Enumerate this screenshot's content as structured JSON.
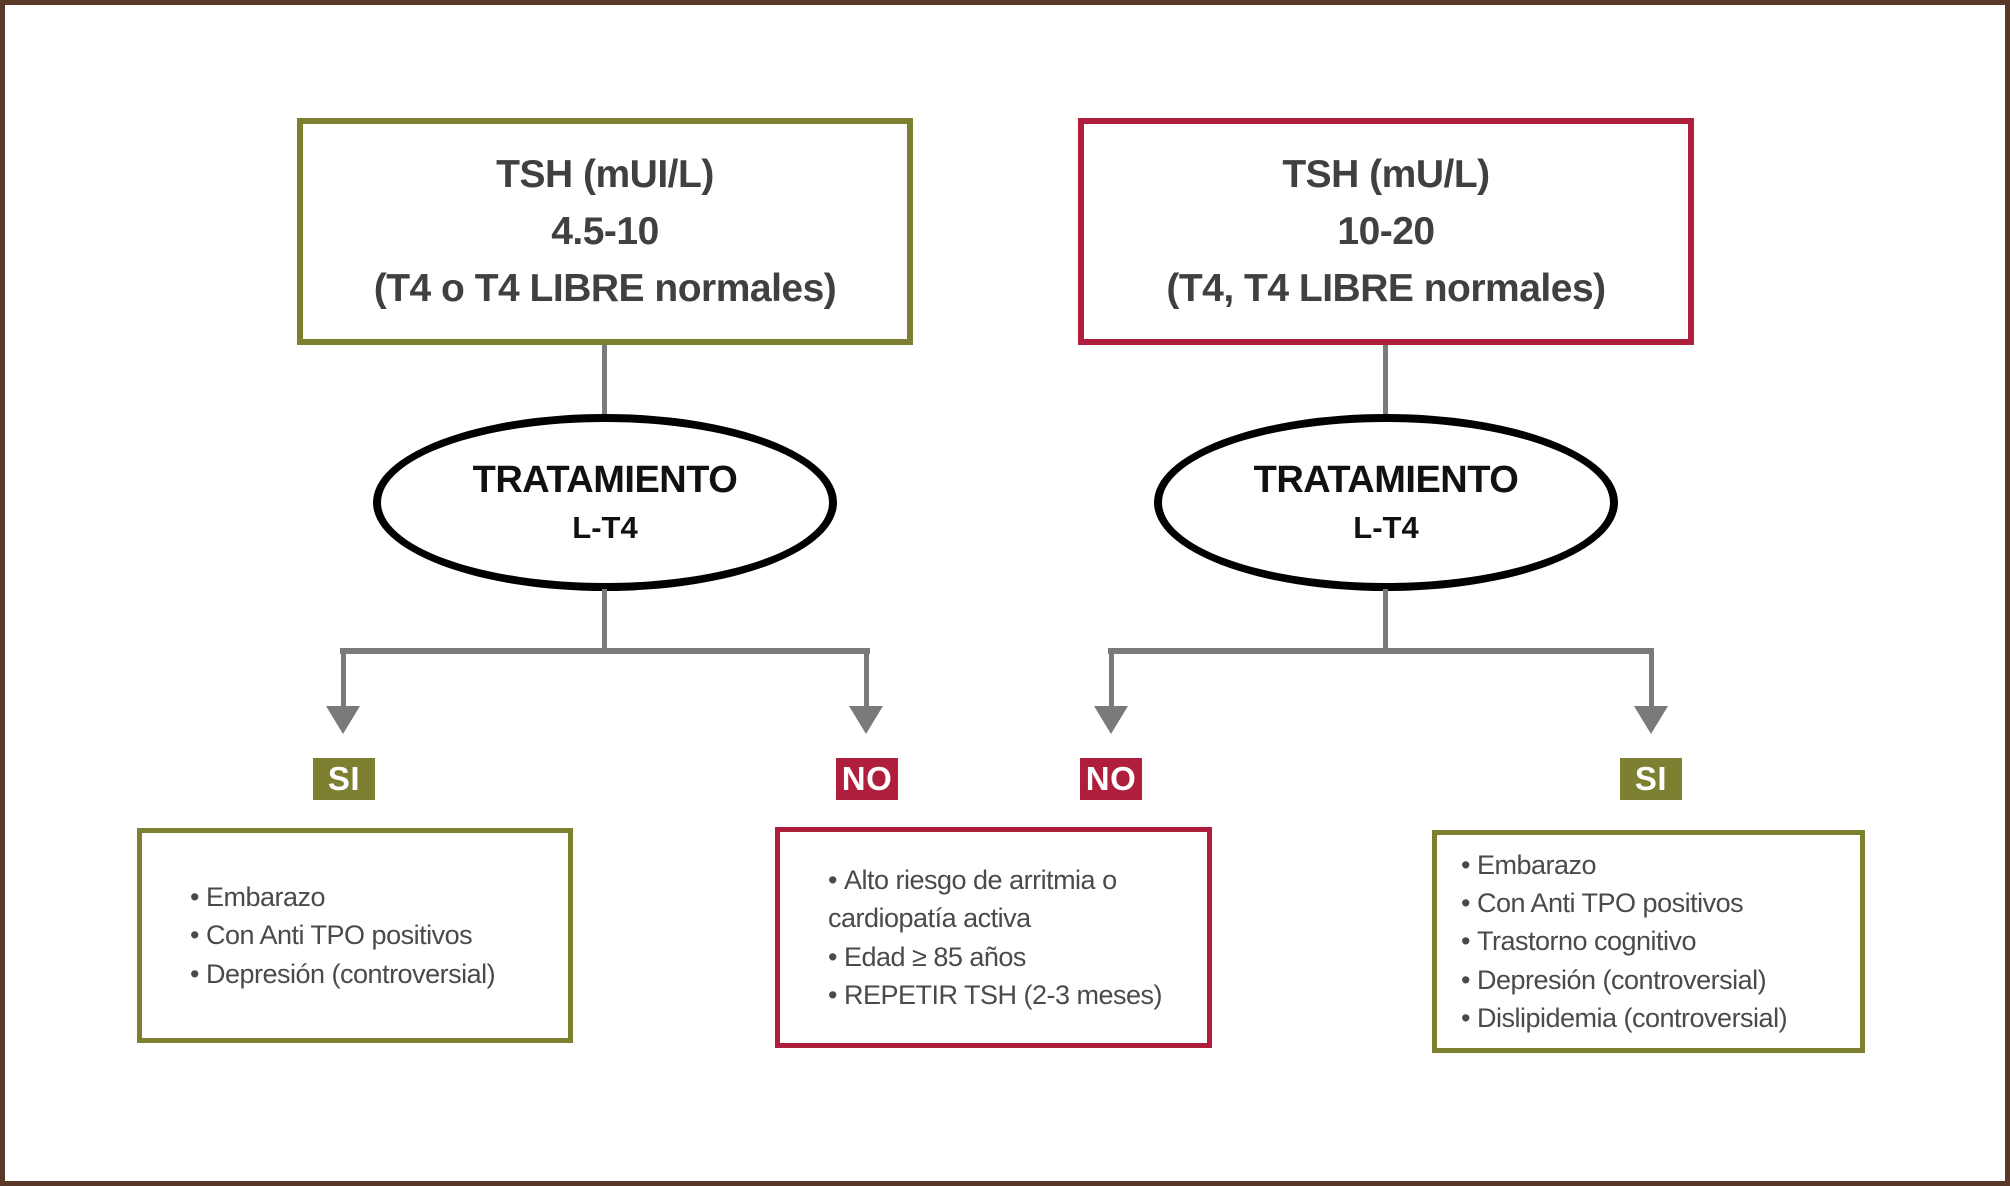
{
  "figure": {
    "left_flow": {
      "top_box_lines": [
        "TSH (mUI/L)",
        "4.5-10",
        "(T4 o T4 LIBRE normales)"
      ],
      "treatment_title": "TRATAMIENTO",
      "treatment_drug": "L-T4",
      "yes_label": "SI",
      "no_label": "NO",
      "yes_box_items": [
        "Embarazo",
        "Con Anti TPO positivos",
        "Depresión (controversial)"
      ]
    },
    "shared_no_box_items": [
      "Alto riesgo de arritmia o cardiopatía activa",
      "Edad ≥ 85 años",
      "REPETIR TSH (2-3 meses)"
    ],
    "right_flow": {
      "top_box_lines": [
        "TSH (mU/L)",
        "10-20",
        "(T4, T4 LIBRE normales)"
      ],
      "treatment_title": "TRATAMIENTO",
      "treatment_drug": "L-T4",
      "no_label": "NO",
      "yes_label": "SI",
      "yes_box_items": [
        "Embarazo",
        "Con Anti TPO positivos",
        "Trastorno cognitivo",
        "Depresión (controversial)",
        "Dislipidemia (controversial)"
      ]
    }
  },
  "colors": {
    "olive": "#7d7f31",
    "crimson": "#b01e3e",
    "line-gray": "#7a7a7a",
    "heading-text": "#404040",
    "body-text": "#4a4a4a",
    "frame-brown": "#5a3726",
    "ellipse-black": "#000000",
    "badge-text": "#ffffff",
    "background": "#ffffff"
  }
}
